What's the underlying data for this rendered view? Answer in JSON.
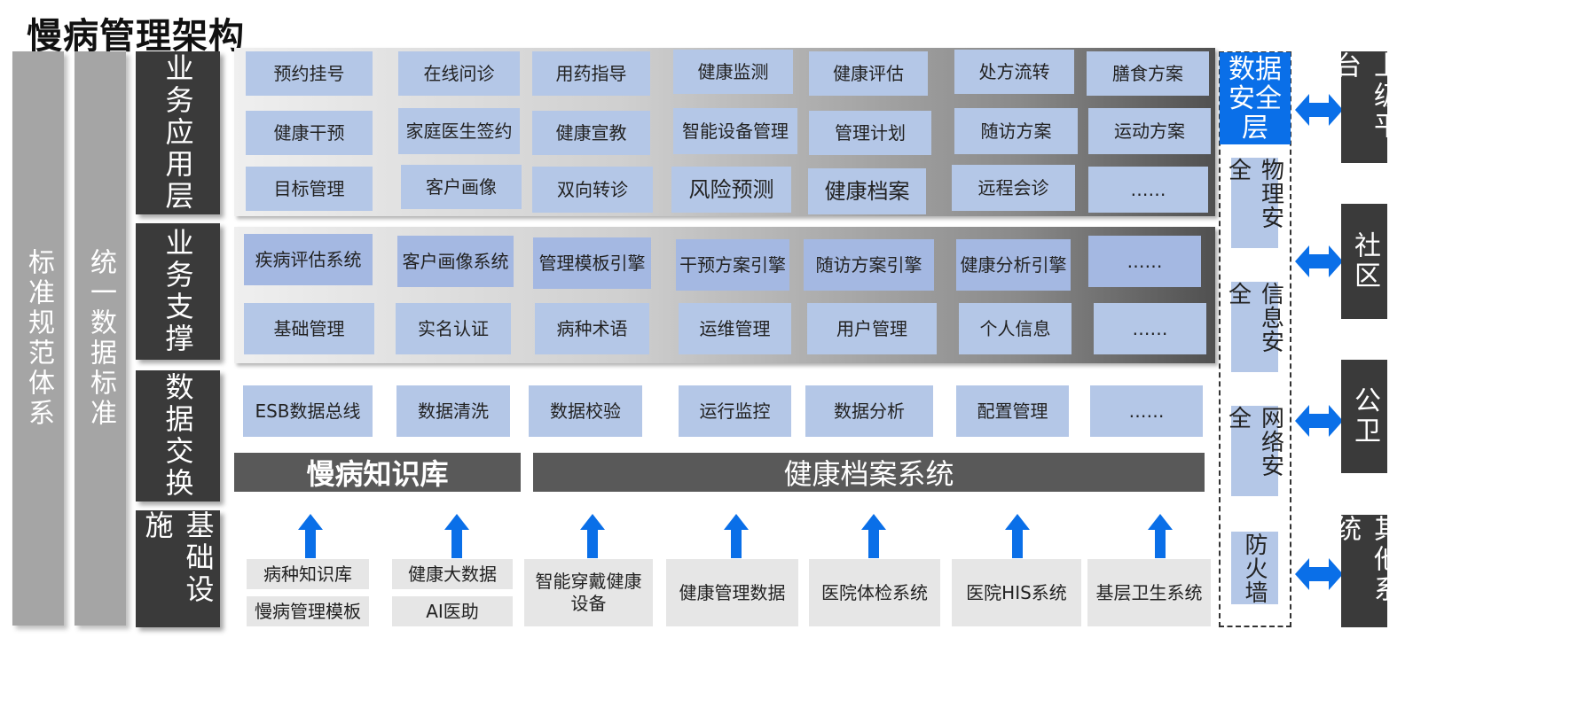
{
  "title": "慢病管理架构",
  "side_bars": [
    "标准规范体系",
    "统一数据标准"
  ],
  "layers": [
    "业务应用层",
    "业务支撑",
    "数据交换",
    "基础设施"
  ],
  "app_layer": [
    [
      "预约挂号",
      "在线问诊",
      "用药指导",
      "健康监测",
      "健康评估",
      "处方流转",
      "膳食方案"
    ],
    [
      "健康干预",
      "家庭医生签约",
      "健康宣教",
      "智能设备管理",
      "管理计划",
      "随访方案",
      "运动方案"
    ],
    [
      "目标管理",
      "客户画像",
      "双向转诊",
      "风险预测",
      "健康档案",
      "远程会诊",
      "……"
    ]
  ],
  "support_layer": [
    [
      "疾病评估系统",
      "客户画像系统",
      "管理模板引擎",
      "干预方案引擎",
      "随访方案引擎",
      "健康分析引擎",
      "……"
    ],
    [
      "基础管理",
      "实名认证",
      "病种术语",
      "运维管理",
      "用户管理",
      "个人信息",
      "……"
    ]
  ],
  "exchange_layer": [
    "ESB数据总线",
    "数据清洗",
    "数据校验",
    "运行监控",
    "数据分析",
    "配置管理",
    "……"
  ],
  "knowledge_base": "慢病知识库",
  "health_record_system": "健康档案系统",
  "infra": {
    "left_stack_1": [
      "病种知识库",
      "慢病管理模板"
    ],
    "left_stack_2": [
      "健康大数据",
      "AI医助"
    ],
    "others": [
      "智能穿戴健康设备",
      "健康管理数据",
      "医院体检系统",
      "医院HIS系统",
      "基层卫生系统"
    ]
  },
  "security": {
    "head": "数据安全层",
    "items": [
      "物理安全",
      "信息安全",
      "网络安全",
      "防火墙"
    ]
  },
  "external": [
    "上级平台",
    "社区",
    "公卫",
    "其他系统"
  ],
  "colors": {
    "accent_blue": "#0a6fe8",
    "box_blue": "#b4c7e7",
    "dark": "#3a3a3a",
    "side_gray": "#a5a5a5"
  }
}
